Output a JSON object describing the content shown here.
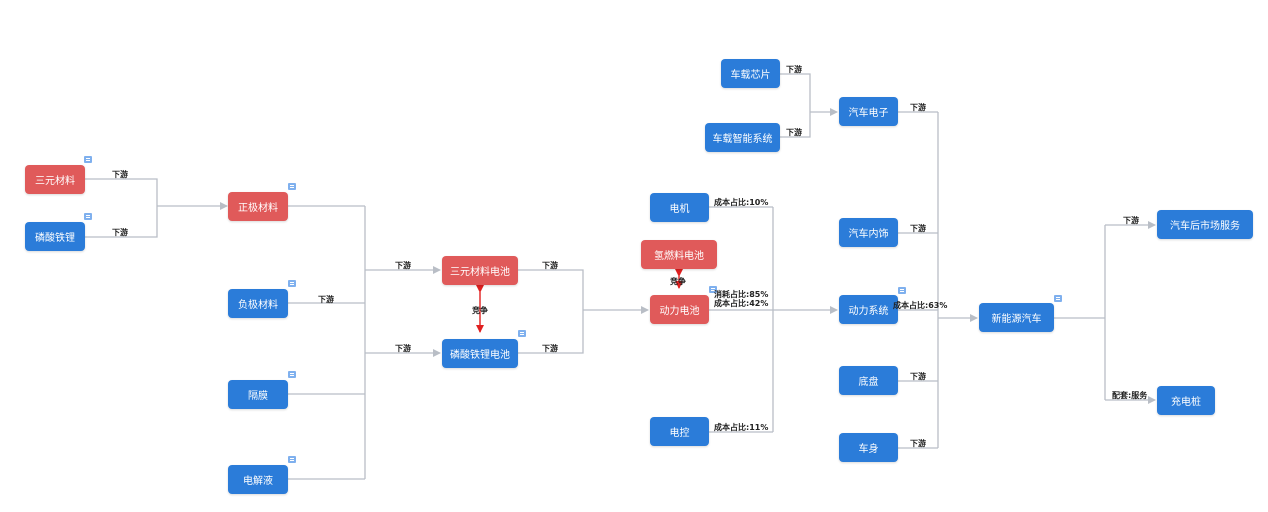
{
  "nodes": {
    "ternary_material": {
      "label": "三元材料",
      "color": "red"
    },
    "lfp": {
      "label": "磷酸铁锂",
      "color": "blue"
    },
    "cathode": {
      "label": "正极材料",
      "color": "red"
    },
    "anode": {
      "label": "负极材料",
      "color": "blue"
    },
    "separator": {
      "label": "隔膜",
      "color": "blue"
    },
    "electrolyte": {
      "label": "电解液",
      "color": "blue"
    },
    "ternary_battery": {
      "label": "三元材料电池",
      "color": "red"
    },
    "lfp_battery": {
      "label": "磷酸铁锂电池",
      "color": "blue"
    },
    "motor": {
      "label": "电机",
      "color": "blue"
    },
    "hydrogen_fuel_cell": {
      "label": "氢燃料电池",
      "color": "red"
    },
    "power_battery": {
      "label": "动力电池",
      "color": "red"
    },
    "electronic_control": {
      "label": "电控",
      "color": "blue"
    },
    "auto_chip": {
      "label": "车载芯片",
      "color": "blue"
    },
    "smart_system": {
      "label": "车载智能系统",
      "color": "blue"
    },
    "auto_electronics": {
      "label": "汽车电子",
      "color": "blue"
    },
    "interior": {
      "label": "汽车内饰",
      "color": "blue"
    },
    "powertrain": {
      "label": "动力系统",
      "color": "blue"
    },
    "chassis": {
      "label": "底盘",
      "color": "blue"
    },
    "body": {
      "label": "车身",
      "color": "blue"
    },
    "nev": {
      "label": "新能源汽车",
      "color": "blue"
    },
    "aftermarket": {
      "label": "汽车后市场服务",
      "color": "blue"
    },
    "charging_pile": {
      "label": "充电桩",
      "color": "blue"
    }
  },
  "edge_labels": {
    "ternary_to_cathode": "下游",
    "lfp_to_cathode": "下游",
    "anode_down": "下游",
    "to_ternary_battery": "下游",
    "to_lfp_battery": "下游",
    "ternary_battery_down": "下游",
    "lfp_battery_down": "下游",
    "battery_competition": "竞争",
    "fuelcell_competition": "竞争",
    "motor_cost": "成本占比:10%",
    "battery_consumption": "消耗占比:85%",
    "battery_cost": "成本占比:42%",
    "control_cost": "成本占比:11%",
    "chip_down": "下游",
    "smart_down": "下游",
    "electronics_down": "下游",
    "interior_down": "下游",
    "powertrain_cost": "成本占比:63%",
    "chassis_down": "下游",
    "body_down": "下游",
    "nev_down": "下游",
    "nev_support": "配套:服务"
  },
  "colors": {
    "blue": "#2b7cd9",
    "red": "#e05a5a",
    "connector": "#b9bec6",
    "competition": "#e02020"
  }
}
